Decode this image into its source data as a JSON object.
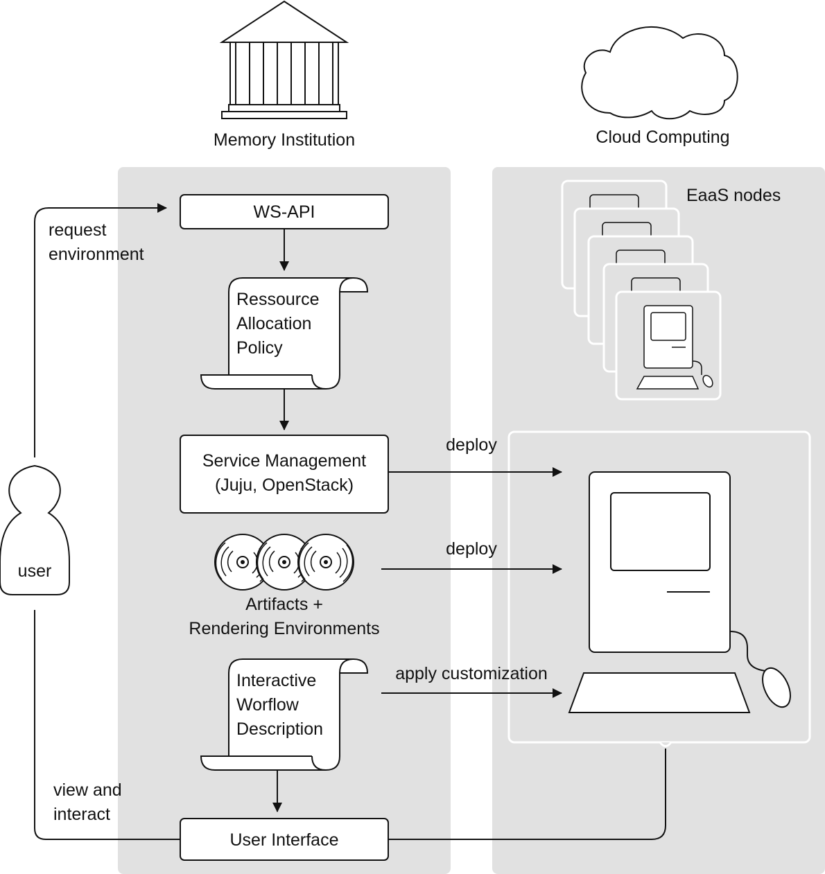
{
  "headers": {
    "memory_institution": "Memory Institution",
    "cloud_computing": "Cloud Computing"
  },
  "nodes": {
    "ws_api": "WS-API",
    "resource_policy": [
      "Ressource",
      "Allocation",
      "Policy"
    ],
    "service_mgmt": [
      "Service Management",
      "(Juju, OpenStack)"
    ],
    "artifacts": [
      "Artifacts +",
      "Rendering Environments"
    ],
    "workflow": [
      "Interactive",
      "Worflow",
      "Description"
    ],
    "user_interface": "User Interface",
    "eaas_nodes": "EaaS nodes",
    "user": "user"
  },
  "edges": {
    "request_env": [
      "request",
      "environment"
    ],
    "view_interact": [
      "view and",
      "interact"
    ],
    "deploy_1": "deploy",
    "deploy_2": "deploy",
    "apply_custom": "apply customization"
  },
  "icons": {
    "institution": "building-icon",
    "cloud": "cloud-icon",
    "user": "person-icon",
    "discs": "disc-icon",
    "computer": "computer-icon",
    "scroll": "scroll-icon"
  },
  "colors": {
    "panel": "#e1e1e1",
    "line": "#111111",
    "box": "#ffffff"
  }
}
